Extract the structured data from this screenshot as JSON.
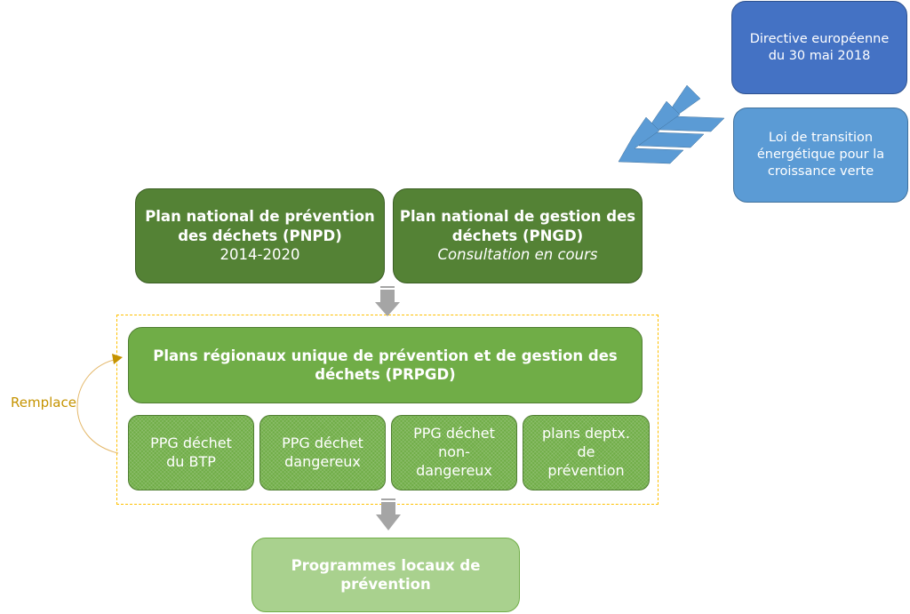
{
  "directive": {
    "label": "Directive européenne du 30 mai 2018",
    "line1": "Directive européenne",
    "line2": "du 30 mai 2018"
  },
  "loi": {
    "line1": "Loi de transition",
    "line2": "énergétique pour la",
    "line3": "croissance verte"
  },
  "pnpd": {
    "title_line1": "Plan national de prévention",
    "title_line2": "des déchets (PNPD)",
    "subtitle": "2014-2020"
  },
  "pngd": {
    "title_line1": "Plan national de gestion des",
    "title_line2": "déchets (PNGD)",
    "subtitle": "Consultation en cours"
  },
  "prpgd": {
    "line1": "Plans régionaux unique de prévention et de gestion des",
    "line2": "déchets (PRPGD)"
  },
  "sub_plans": [
    {
      "line1": "PPG déchet",
      "line2": "du BTP"
    },
    {
      "line1": "PPG déchet",
      "line2": "dangereux"
    },
    {
      "line1": "PPG déchet",
      "line2": "non-",
      "line3": "dangereux"
    },
    {
      "line1": "plans deptx.",
      "line2": "de",
      "line3": "prévention"
    }
  ],
  "local": {
    "line1": "Programmes locaux de",
    "line2": "prévention"
  },
  "remplace_label": "Remplace",
  "colors": {
    "blue_dark": "#4472c4",
    "blue_light": "#5b9bd5",
    "green_dark": "#548235",
    "green_mid": "#70ad47",
    "green_light": "#a9d18e",
    "accent_orange": "#ffc000",
    "arrow_gray": "#a5a5a5"
  }
}
